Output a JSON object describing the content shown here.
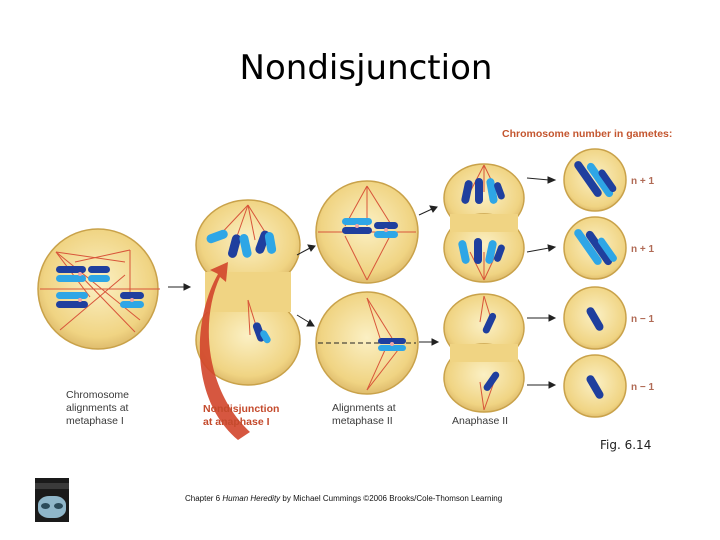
{
  "title": "Nondisjunction",
  "gametes_heading": "Chromosome number in gametes:",
  "gamete_labels": [
    "n + 1",
    "n + 1",
    "n − 1",
    "n − 1"
  ],
  "stage_labels": {
    "metaphase1": [
      "Chromosome",
      "alignments at",
      "metaphase I"
    ],
    "nondisjunction": [
      "Nondisjunction",
      "at anaphase I"
    ],
    "metaphase2": [
      "Alignments at",
      "metaphase II"
    ],
    "anaphase2": [
      "Anaphase II"
    ]
  },
  "figure_label": "Fig. 6.14",
  "credit": {
    "prefix": "Chapter 6 ",
    "book": "Human Heredity",
    "suffix": " by Michael Cummings ©2006 Brooks/Cole-Thomson Learning"
  },
  "colors": {
    "cell_fill": "#f3dc8e",
    "cell_edge": "#c9a24a",
    "chromosome_dark": "#1f3f9e",
    "chromosome_light": "#2ea6e6",
    "spindle": "#d8553a",
    "nondisjunction_arrow": "#d2452b"
  },
  "icons": [
    "book-cover-icon"
  ]
}
